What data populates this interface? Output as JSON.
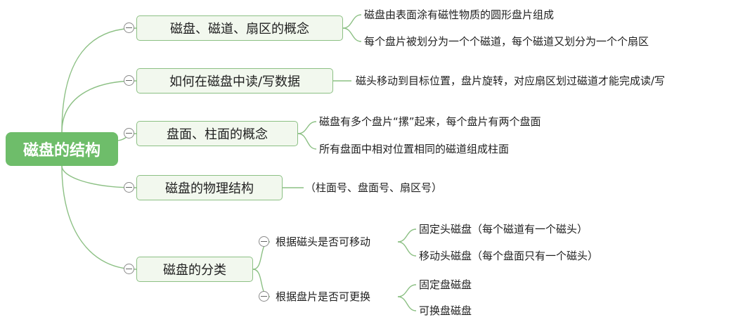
{
  "root": {
    "label": "磁盘的结构"
  },
  "topics": [
    {
      "label": "磁盘、磁道、扇区的概念",
      "children": [
        "磁盘由表面涂有磁性物质的圆形盘片组成",
        "每个盘片被划分为一个个磁道，每个磁道又划分为一个个扇区"
      ]
    },
    {
      "label": "如何在磁盘中读/写数据",
      "children": [
        "磁头移动到目标位置，盘片旋转，对应扇区划过磁道才能完成读/写"
      ]
    },
    {
      "label": "盘面、柱面的概念",
      "children": [
        "磁盘有多个盘片“摞”起来，每个盘片有两个盘面",
        "所有盘面中相对位置相同的磁道组成柱面"
      ]
    },
    {
      "label": "磁盘的物理结构",
      "children": [
        "（柱面号、盘面号、扇区号）"
      ]
    },
    {
      "label": "磁盘的分类",
      "subtopics": [
        {
          "label": "根据磁头是否可移动",
          "children": [
            "固定头磁盘（每个磁道有一个磁头）",
            "移动头磁盘（每个盘面只有一个磁头）"
          ]
        },
        {
          "label": "根据盘片是否可更换",
          "children": [
            "固定盘磁盘",
            "可换盘磁盘"
          ]
        }
      ]
    }
  ]
}
